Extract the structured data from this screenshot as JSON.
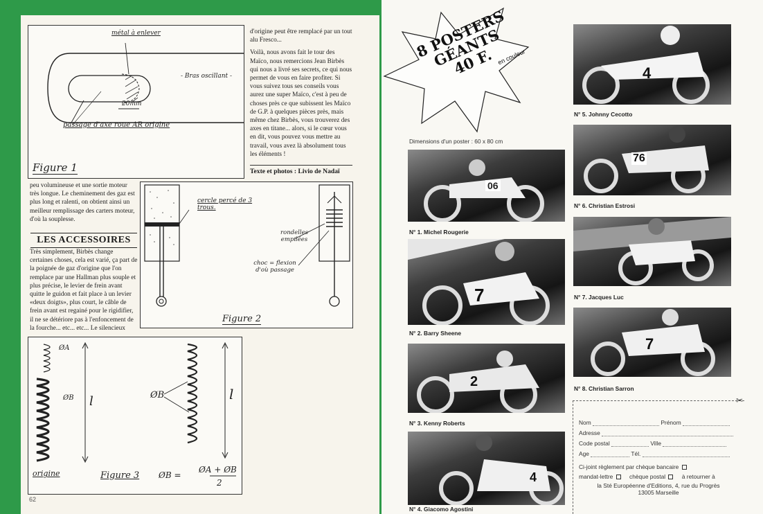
{
  "left_page": {
    "page_number": "62",
    "figure1": {
      "label_top": "métal à enlever",
      "label_right": "- Bras oscillant -",
      "dimension": "20mm",
      "label_bottom": "passage d'axe roue AR origine",
      "title": "Figure 1"
    },
    "figure2": {
      "label_cut": "cercle percé de 3 trous.",
      "label_washers": "rondelles empilées",
      "label_shock": "choc = flexion d'où passage",
      "title": "Figure 2"
    },
    "figure3": {
      "label_phiA": "ØA",
      "label_phiB_small": "ØB",
      "label_l1": "l",
      "label_phiB": "ØB",
      "label_l2": "l",
      "formula_left": "ØB =",
      "formula_num": "ØA + ØB",
      "formula_den": "2",
      "label_origin": "origine",
      "title": "Figure 3"
    },
    "article_top_right": [
      "d'origine peut être remplacé par un tout alu Fresco...",
      "Voilà, nous avons fait le tour des Maïco, nous remercions Jean Birbès qui nous a livré ses secrets, ce qui nous permet de vous en faire profiter. Si vous suivez tous ses conseils vous aurez une super Maïco, c'est à peu de choses près ce que subissent les Maïco de G.P. à quelques pièces près, mais même chez Birbès, vous trouverez des axes en titane... alors, si le cœur vous en dit, vous pouvez vous mettre au travail, vous avez là absolument tous les éléments !"
    ],
    "credit": "Texte et photos : Livio de Nadaï",
    "article_left_top": "peu volumineuse et une sortie moteur très longue. Le cheminement des gaz est plus long et ralenti, on obtient ainsi un meilleur remplissage des carters moteur, d'où la souplesse.",
    "section_heading": "LES ACCESSOIRES",
    "article_left_bottom": "Très simplement, Birbès change certaines choses, cela est varié, ça part de la poignée de gaz d'origine que l'on remplace par une Hallman plus souple et plus précise, le levier de frein avant quitte le guidon et fait place à un levier «deux doigts», plus court, le câble de frein avant est regainé pour le rigidifier, il ne se détériore pas à l'enfoncement de la fourche... etc... etc... Le silencieux"
  },
  "right_page": {
    "star": {
      "line1": "8 POSTERS",
      "line2": "GÉANTS",
      "line3": "40 F.",
      "line4": "en couleur"
    },
    "dimensions": "Dimensions d'un poster : 60 x 80 cm",
    "posters": [
      {
        "caption": "N° 1. Michel Rougerie",
        "number": "06"
      },
      {
        "caption": "N° 2. Barry Sheene",
        "number": "7"
      },
      {
        "caption": "N° 3. Kenny Roberts",
        "number": "2"
      },
      {
        "caption": "N° 4. Giacomo Agostini",
        "number": "4"
      },
      {
        "caption": "N° 5. Johnny Cecotto",
        "number": "4"
      },
      {
        "caption": "N° 6. Christian Estrosi",
        "number": "76"
      },
      {
        "caption": "N° 7. Jacques Luc",
        "number": ""
      },
      {
        "caption": "N° 8. Christian Sarron",
        "number": "7"
      }
    ],
    "form": {
      "nom": "Nom",
      "prenom": "Prénom",
      "adresse": "Adresse",
      "code_postal": "Code postal",
      "ville": "Ville",
      "age": "Age",
      "tel": "Tél.",
      "payment_line1": "Ci-joint règlement par chèque bancaire",
      "payment_mandat": "mandat-lettre",
      "payment_cheque": "chèque postal",
      "payment_return": "à retourner à",
      "address_line1": "la Sté Européenne d'Editions, 4, rue du Progrès",
      "address_line2": "13005 Marseille"
    }
  },
  "colors": {
    "border_green": "#2e9a49",
    "paper": "#f7f4ec"
  }
}
